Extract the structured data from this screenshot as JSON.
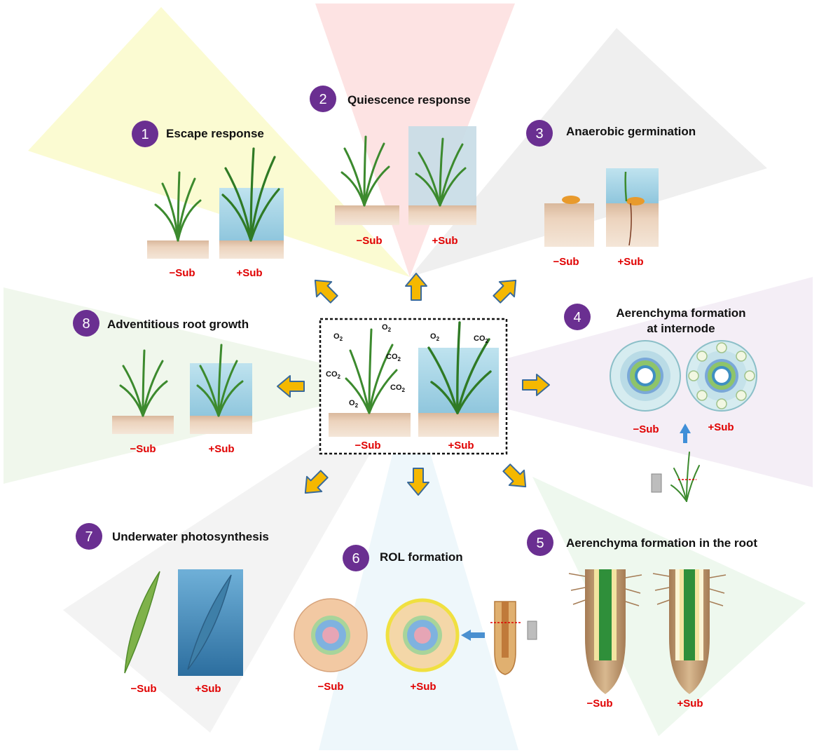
{
  "colors": {
    "badge": "#6a2f91",
    "sub_label": "#e00000",
    "arrow_fill": "#f5b800",
    "arrow_stroke": "#3a6a9a",
    "water": "#a9d8ea",
    "soil": "#e8cdb4",
    "leaf": "#3c8a2e"
  },
  "center": {
    "minus_label": "−Sub",
    "plus_label": "+Sub",
    "gases": [
      "O",
      "O",
      "CO",
      "CO",
      "CO",
      "O",
      "O",
      "CO"
    ],
    "subscript": "2"
  },
  "panels": [
    {
      "number": "1",
      "title": "Escape response",
      "minus_label": "−Sub",
      "plus_label": "+Sub"
    },
    {
      "number": "2",
      "title": "Quiescence response",
      "minus_label": "−Sub",
      "plus_label": "+Sub"
    },
    {
      "number": "3",
      "title": "Anaerobic germination",
      "minus_label": "−Sub",
      "plus_label": "+Sub"
    },
    {
      "number": "4",
      "title": "Aerenchyma formation",
      "title_line2": "at internode",
      "minus_label": "−Sub",
      "plus_label": "+Sub"
    },
    {
      "number": "5",
      "title": "Aerenchyma formation in the root",
      "minus_label": "−Sub",
      "plus_label": "+Sub"
    },
    {
      "number": "6",
      "title": "ROL formation",
      "minus_label": "−Sub",
      "plus_label": "+Sub"
    },
    {
      "number": "7",
      "title": "Underwater photosynthesis",
      "minus_label": "−Sub",
      "plus_label": "+Sub"
    },
    {
      "number": "8",
      "title": "Adventitious root growth",
      "minus_label": "−Sub",
      "plus_label": "+Sub"
    }
  ]
}
